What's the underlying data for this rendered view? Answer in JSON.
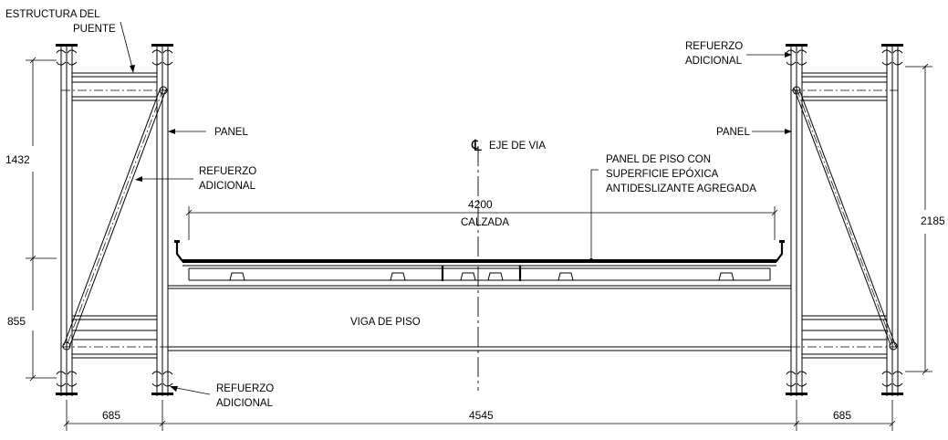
{
  "labels": {
    "estructura_line1": "ESTRUCTURA DEL",
    "estructura_line2": "PUENTE",
    "refuerzo_top_right_line1": "REFUERZO",
    "refuerzo_top_right_line2": "ADICIONAL",
    "panel_left": "PANEL",
    "panel_right": "PANEL",
    "eje_de_via": "EJE DE VIA",
    "centerline_symbol": "℄",
    "panel_piso_line1": "PANEL DE PISO CON",
    "panel_piso_line2": "SUPERFICIE EPÓXICA",
    "panel_piso_line3": "ANTIDESLIZANTE AGREGADA",
    "refuerzo_left_mid_line1": "REFUERZO",
    "refuerzo_left_mid_line2": "ADICIONAL",
    "calzada": "CALZADA",
    "viga_de_piso": "VIGA DE PISO",
    "refuerzo_bottom_line1": "REFUERZO",
    "refuerzo_bottom_line2": "ADICIONAL"
  },
  "dimensions": {
    "height_upper": "1432",
    "height_lower": "855",
    "height_right": "2185",
    "width_calzada": "4200",
    "width_left": "685",
    "width_center": "4545",
    "width_right": "685"
  }
}
